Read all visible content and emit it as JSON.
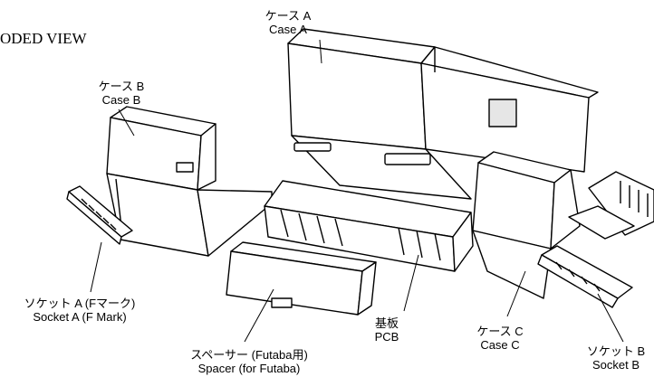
{
  "title": "ODED VIEW",
  "labels": {
    "case_a": {
      "jp": "ケース A",
      "en": "Case A"
    },
    "case_b": {
      "jp": "ケース B",
      "en": "Case B"
    },
    "case_c": {
      "jp": "ケース C",
      "en": "Case C"
    },
    "socket_a": {
      "jp": "ソケット A (Fマーク)",
      "en": "Socket A (F Mark)"
    },
    "socket_b": {
      "jp": "ソケット B",
      "en": "Socket B"
    },
    "spacer": {
      "jp": "スペーサー (Futaba用)",
      "en": "Spacer (for Futaba)"
    },
    "pcb": {
      "jp": "基板",
      "en": "PCB"
    }
  },
  "colors": {
    "line": "#000000",
    "background": "#ffffff",
    "shade": "#e6e6e6"
  }
}
